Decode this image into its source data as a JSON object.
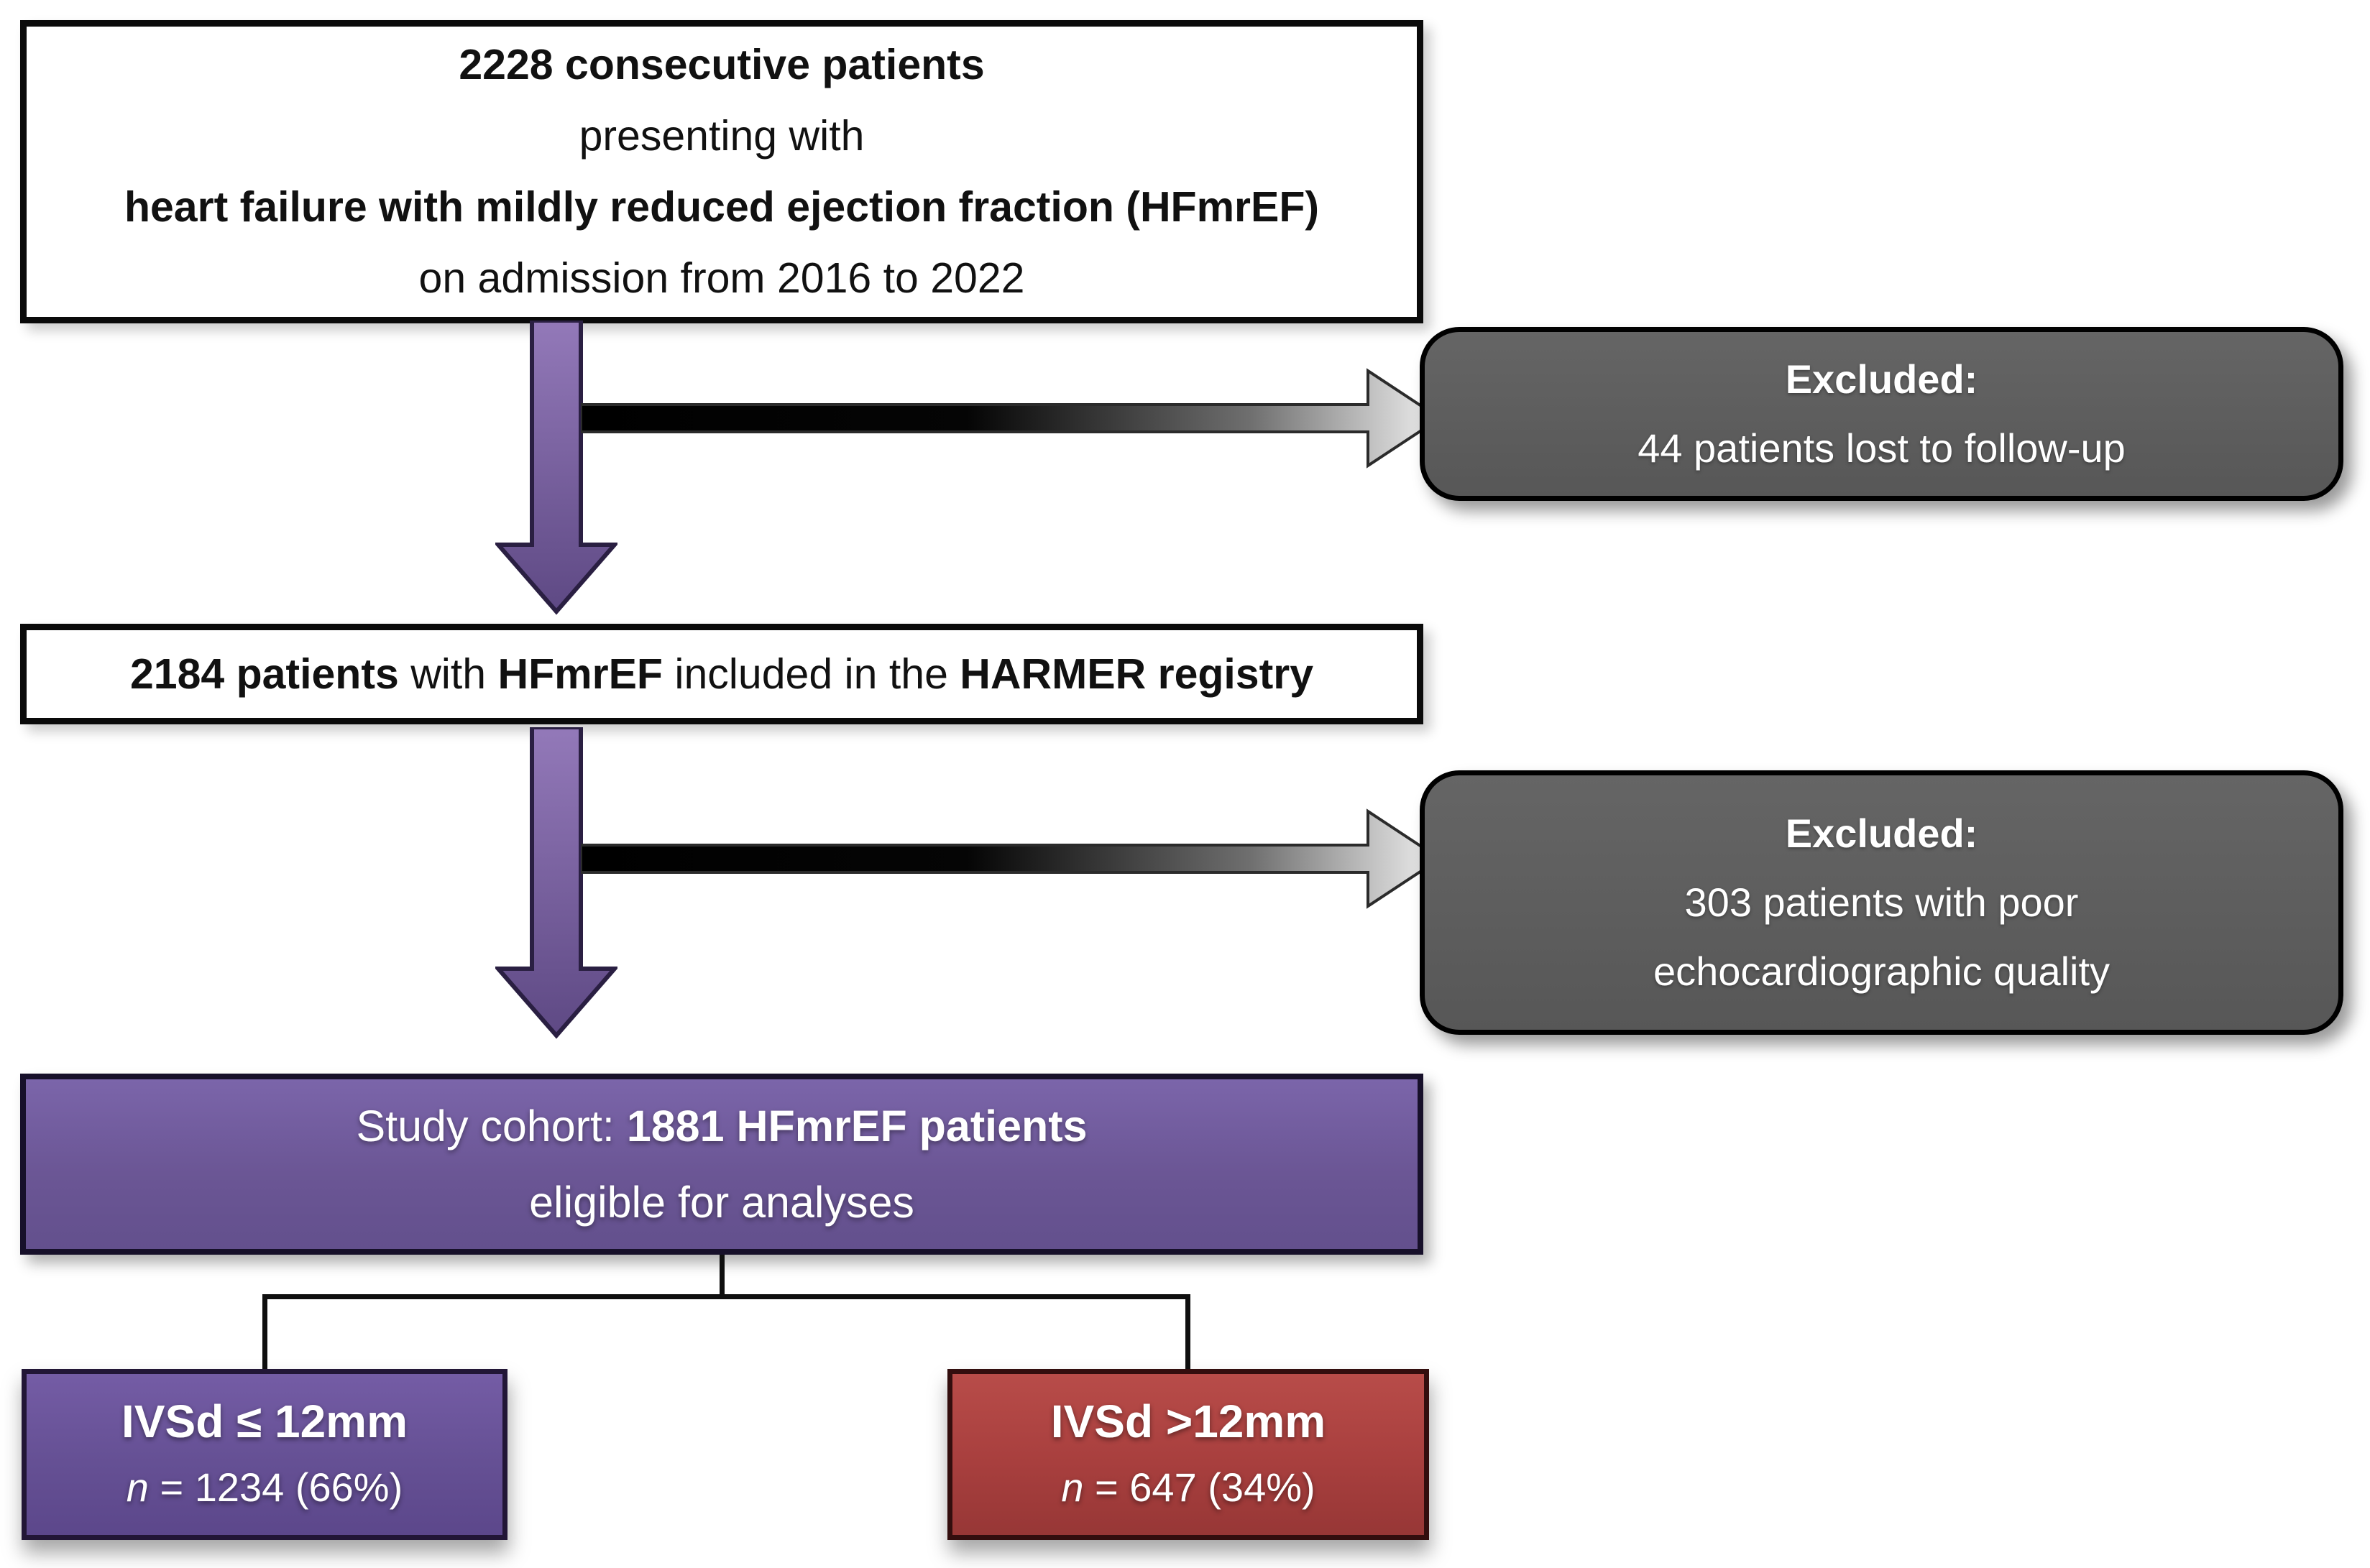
{
  "boxes": {
    "top": {
      "line1": "2228 consecutive patients",
      "line2": "presenting with",
      "line3": "heart failure with mildly reduced ejection fraction (HFmrEF)",
      "line4": "on admission from 2016 to 2022"
    },
    "excluded1": {
      "title": "Excluded:",
      "line1": "44 patients lost to follow-up"
    },
    "registry": {
      "part1_bold": "2184 patients",
      "part2": " with ",
      "part3_bold": "HFmrEF",
      "part4": " included in the ",
      "part5_bold": "HARMER registry"
    },
    "excluded2": {
      "title": "Excluded:",
      "line1": "303 patients with poor",
      "line2": "echocardiographic quality"
    },
    "cohort": {
      "part1": "Study cohort: ",
      "part2_bold": "1881 HFmrEF patients",
      "line2": "eligible for analyses"
    },
    "branch_left": {
      "title": "IVSd ≤ 12mm",
      "n_label": "n",
      "n_rest": " = 1234 (66%)"
    },
    "branch_right": {
      "title": "IVSd >12mm",
      "n_label": "n",
      "n_rest": " = 647 (34%)"
    }
  },
  "colors": {
    "cohort_purple": "#6b5695",
    "branch_purple": "#655094",
    "branch_red": "#a83f3e",
    "excluded_gray": "#5c5c5c",
    "arrow_purple": "#7a61a4",
    "arrow_purple_outline": "#2a1f42",
    "line_black": "#0f0f0f"
  }
}
